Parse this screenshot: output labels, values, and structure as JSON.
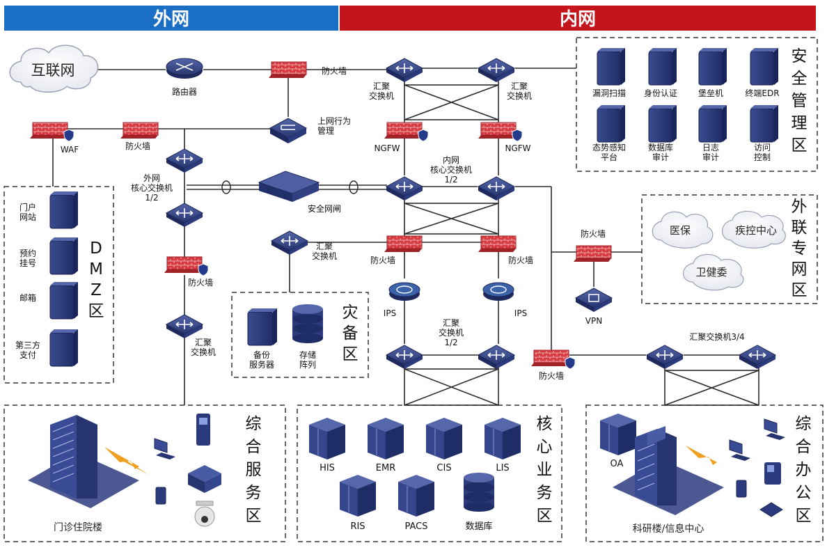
{
  "header": {
    "outer_label": "外网",
    "inner_label": "内网",
    "outer_color": "#1a6fc4",
    "inner_color": "#c4141c"
  },
  "colors": {
    "device": "#2b3f86",
    "firewall": "#d0393e",
    "line": "#2a2a2a",
    "bolt": "#f0a020"
  },
  "internet": "互联网",
  "devices": {
    "router": "路由器",
    "fw_top": "防火墙",
    "behavior": "上网行为\n管理",
    "waf": "WAF",
    "fw_outer": "防火墙",
    "outer_core": "外网\n核心交换机\n1/2",
    "gatekeeper": "安全网闸",
    "fw_dmz": "防火墙",
    "outer_agg": "汇聚\n交换机",
    "agg_left": "汇聚\n交换机",
    "agg_right": "汇聚\n交换机",
    "ngfw_left": "NGFW",
    "ngfw_right": "NGFW",
    "inner_core": "内网\n核心交换机\n1/2",
    "backup_agg": "汇聚\n交换机",
    "fw_inner_left": "防火墙",
    "fw_inner_right": "防火墙",
    "ips_left": "IPS",
    "ips_right": "IPS",
    "agg_12": "汇聚\n交换机\n1/2",
    "fw_external": "防火墙",
    "vpn": "VPN",
    "fw_office": "防火墙",
    "agg_34": "汇聚交换机3/4"
  },
  "zones": {
    "security": {
      "title": "安全管理区",
      "items": [
        "漏洞扫描",
        "身份认证",
        "堡垒机",
        "终端EDR",
        "态势感知平台",
        "数据库审计",
        "日志审计",
        "访问控制"
      ]
    },
    "dmz": {
      "title": "DMZ区",
      "items": [
        "门户网站",
        "预约挂号",
        "邮箱",
        "第三方支付"
      ]
    },
    "backup": {
      "title": "灾备区",
      "items": [
        "备份服务器",
        "存储阵列"
      ]
    },
    "external": {
      "title": "外联专网区",
      "items": [
        "医保",
        "疾控中心",
        "卫健委"
      ]
    },
    "general_service": {
      "title": "综合服务区",
      "caption": "门诊住院楼"
    },
    "core_business": {
      "title": "核心业务区",
      "items": [
        "HIS",
        "EMR",
        "CIS",
        "LIS",
        "RIS",
        "PACS",
        "数据库"
      ]
    },
    "office": {
      "title": "综合办公区",
      "oa": "OA",
      "caption": "科研楼/信息中心"
    }
  }
}
